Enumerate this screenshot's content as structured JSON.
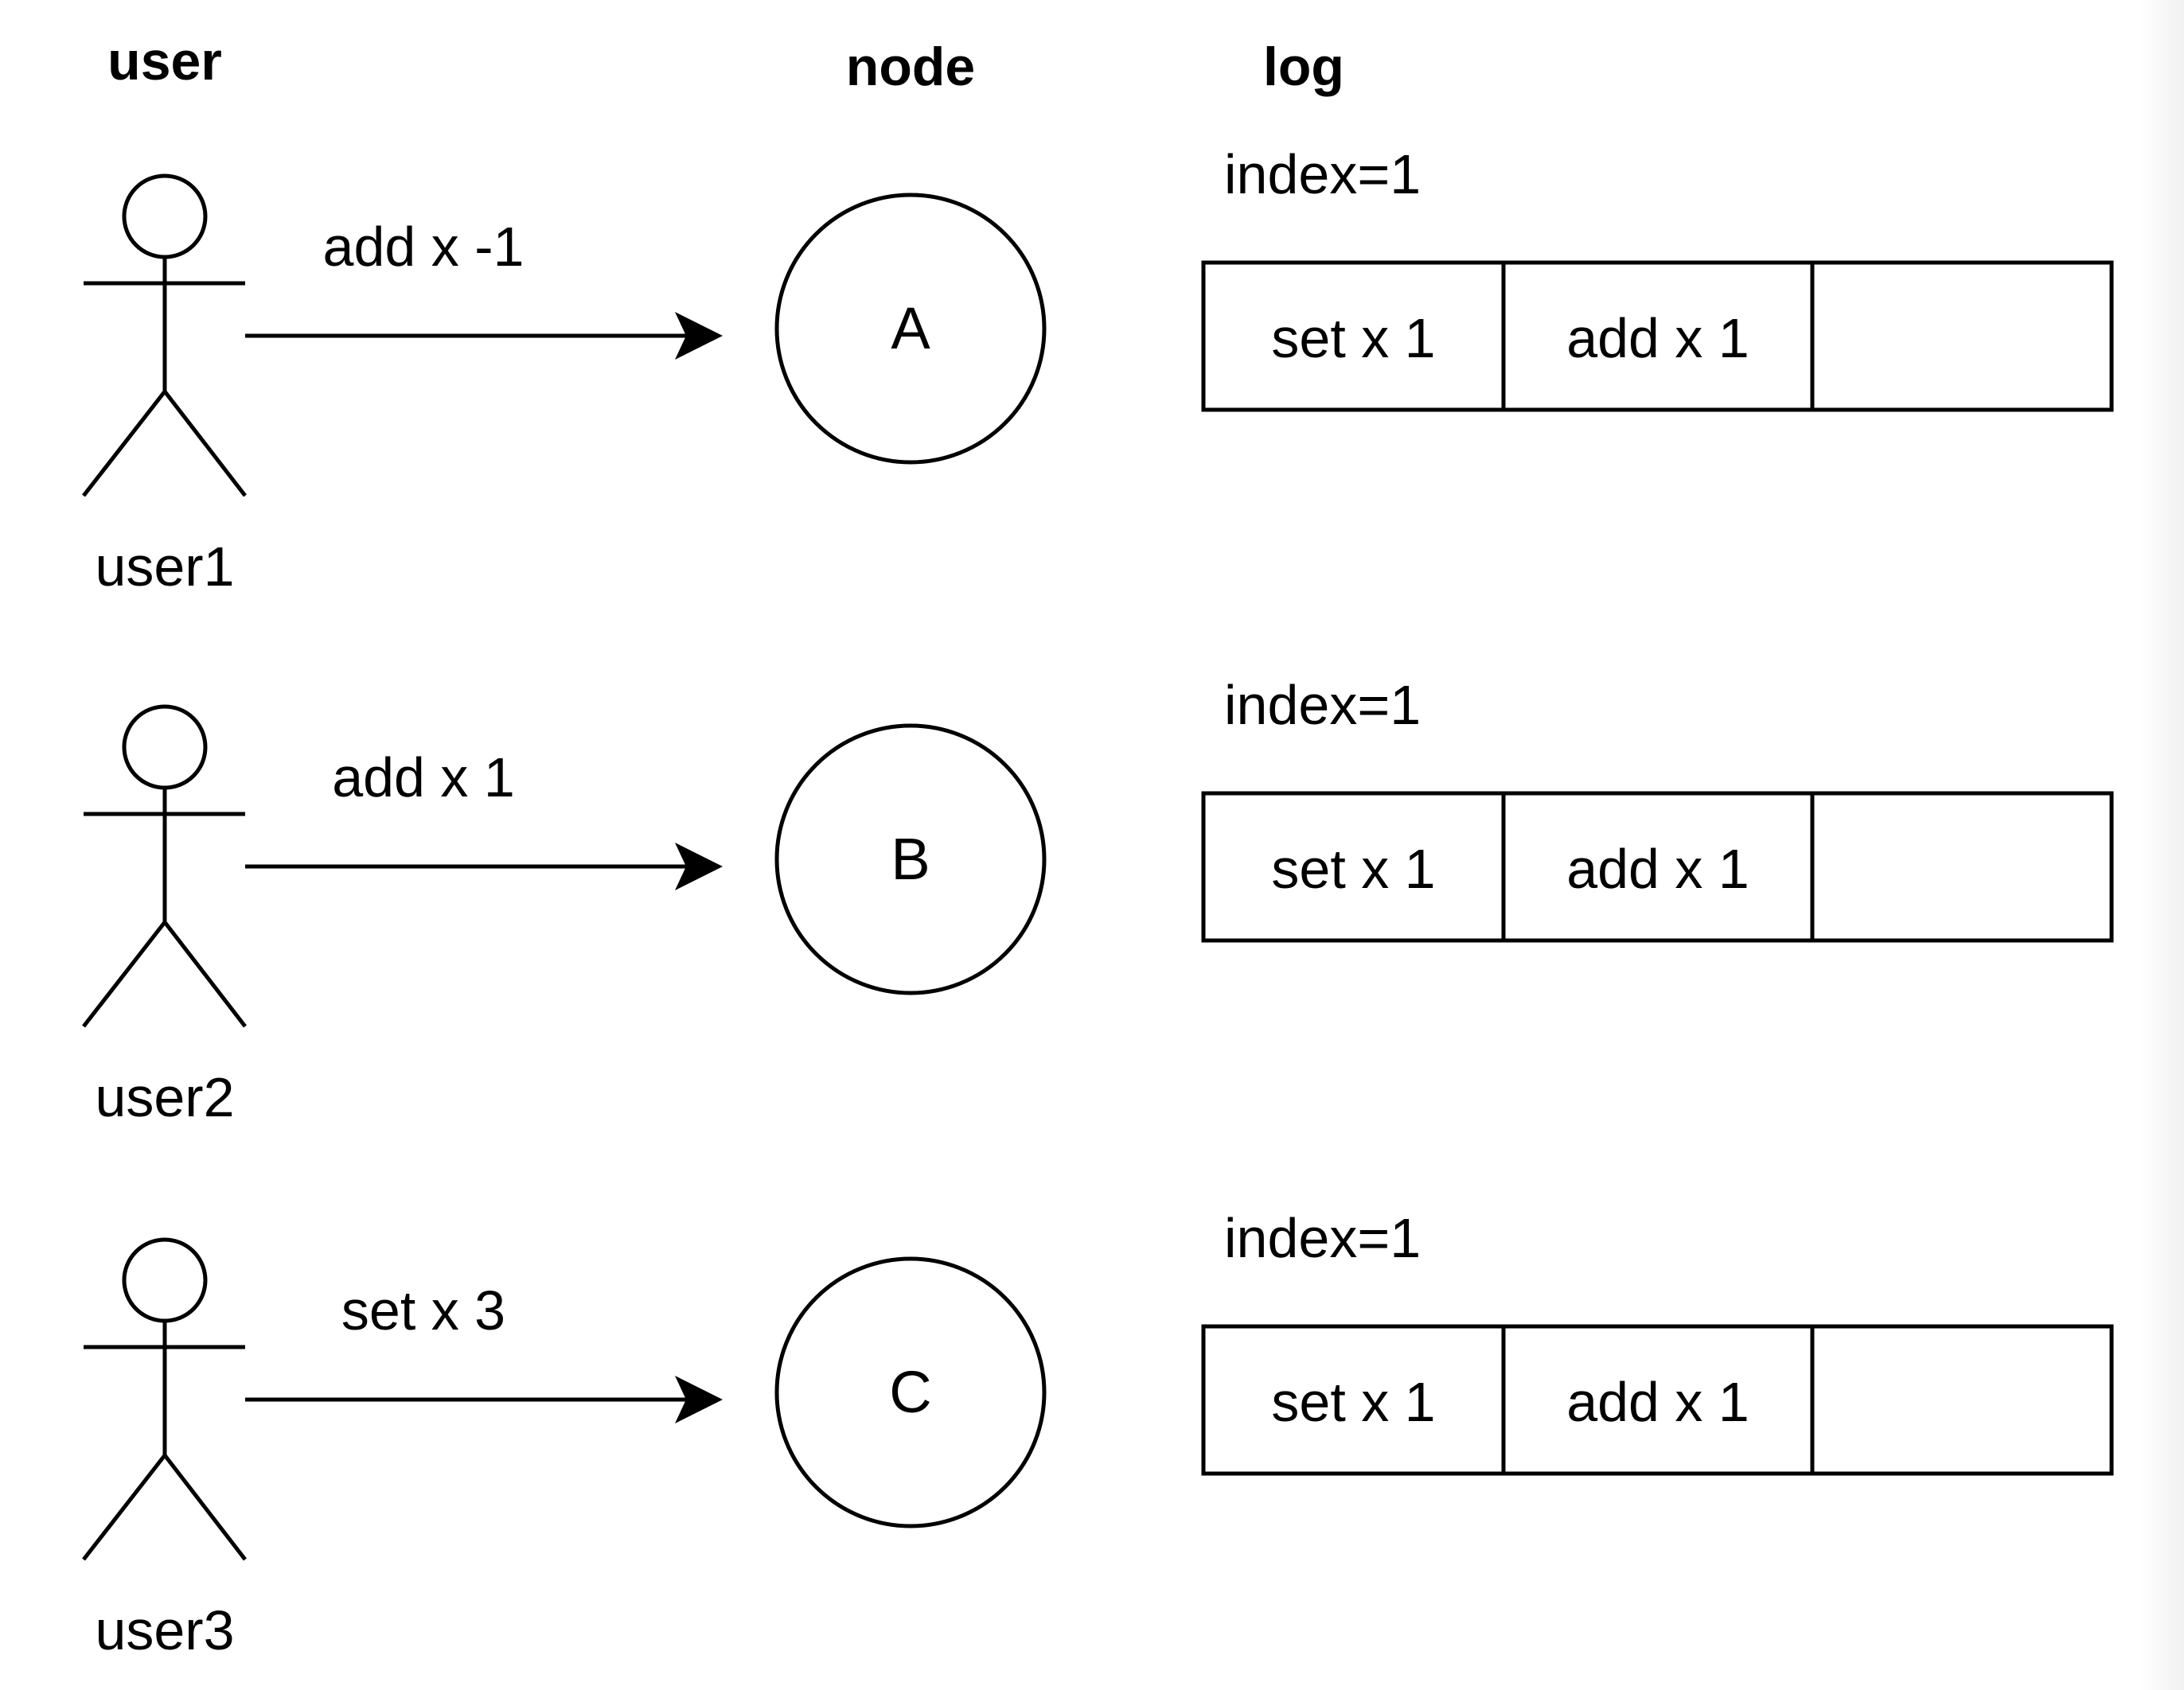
{
  "headers": {
    "user": "user",
    "node": "node",
    "log": "log"
  },
  "rows": [
    {
      "user": "user1",
      "command": "add x -1",
      "node": "A",
      "index_label": "index=1",
      "log": [
        "set x 1",
        "add x 1",
        ""
      ]
    },
    {
      "user": "user2",
      "command": "add x 1",
      "node": "B",
      "index_label": "index=1",
      "log": [
        "set x 1",
        "add x 1",
        ""
      ]
    },
    {
      "user": "user3",
      "command": "set x 3",
      "node": "C",
      "index_label": "index=1",
      "log": [
        "set x 1",
        "add x 1",
        ""
      ]
    }
  ],
  "icons": {
    "actor": "stick-figure-actor-icon",
    "arrow": "arrow-right-icon"
  }
}
